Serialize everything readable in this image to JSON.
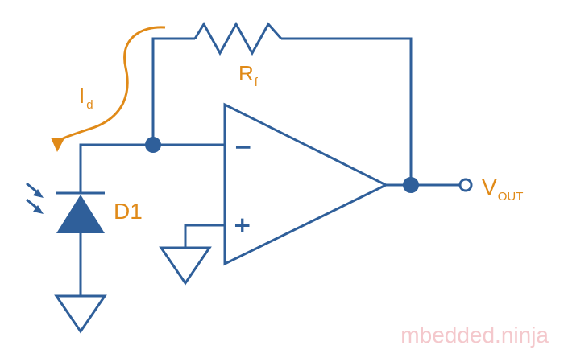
{
  "labels": {
    "current": "I",
    "current_sub": "d",
    "resistor": "R",
    "resistor_sub": "f",
    "diode": "D1",
    "output": "V",
    "output_sub": "OUT",
    "minus": "−",
    "plus": "+"
  },
  "watermark": "mbedded.ninja",
  "colors": {
    "wire": "#2f5f9a",
    "label": "#e08a18",
    "watermark": "#f4c8cc"
  }
}
